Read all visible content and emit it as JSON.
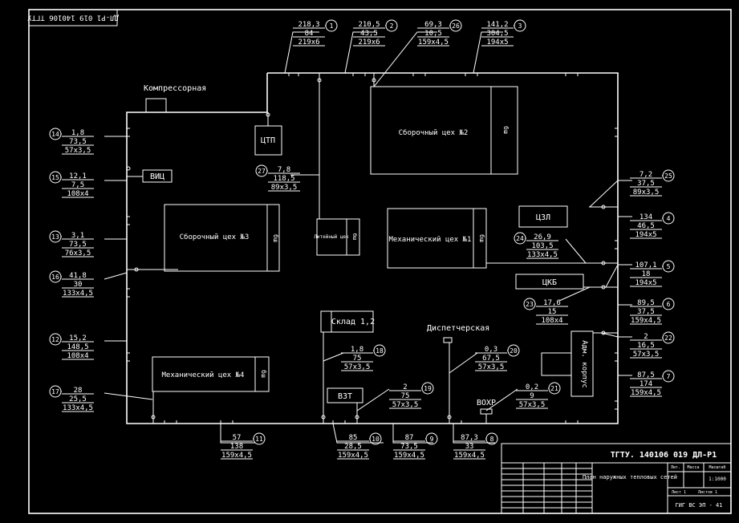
{
  "stamp_rotated": "ДЛ-Р1 019 140106 ТГТУ",
  "buildings": {
    "compressor": "Компрессорная",
    "ctp": "ЦТП",
    "vic": "ВИЦ",
    "assembly3": "Сборочный цех №3",
    "assembly2": "Сборочный цех №2",
    "foundry": "Литейный цех",
    "mech1": "Механический цех №1",
    "czl": "ЦЗЛ",
    "ckb": "ЦКБ",
    "warehouse": "Склад 1,2",
    "dispatch": "Диспетчерская",
    "mech4": "Механический цех №4",
    "vzt": "ВЗТ",
    "vohr": "ВОХР",
    "admin": "Адм. корпус",
    "bsh": "бш"
  },
  "nodes": [
    {
      "id": "1",
      "v": [
        "218,3",
        "84",
        "219x6"
      ]
    },
    {
      "id": "2",
      "v": [
        "210,5",
        "43,5",
        "219x6"
      ]
    },
    {
      "id": "26",
      "v": [
        "69,3",
        "10,5",
        "159x4,5"
      ]
    },
    {
      "id": "3",
      "v": [
        "141,2",
        "304,5",
        "194x5"
      ]
    },
    {
      "id": "14",
      "v": [
        "1,8",
        "73,5",
        "57x3,5"
      ]
    },
    {
      "id": "15",
      "v": [
        "12,1",
        "7,5",
        "108x4"
      ]
    },
    {
      "id": "13",
      "v": [
        "3,1",
        "73,5",
        "76x3,5"
      ]
    },
    {
      "id": "16",
      "v": [
        "41,8",
        "30",
        "133x4,5"
      ]
    },
    {
      "id": "12",
      "v": [
        "15,2",
        "148,5",
        "108x4"
      ]
    },
    {
      "id": "17",
      "v": [
        "28",
        "25,5",
        "133x4,5"
      ]
    },
    {
      "id": "27",
      "v": [
        "7,8",
        "118,5",
        "89x3,5"
      ]
    },
    {
      "id": "25",
      "v": [
        "7,2",
        "37,5",
        "89x3,5"
      ]
    },
    {
      "id": "4",
      "v": [
        "134",
        "46,5",
        "194x5"
      ]
    },
    {
      "id": "24",
      "v": [
        "26,9",
        "103,5",
        "133x4,5"
      ]
    },
    {
      "id": "5",
      "v": [
        "107,1",
        "18",
        "194x5"
      ]
    },
    {
      "id": "23",
      "v": [
        "17,6",
        "15",
        "108x4"
      ]
    },
    {
      "id": "6",
      "v": [
        "89,5",
        "37,5",
        "159x4,5"
      ]
    },
    {
      "id": "22",
      "v": [
        "2",
        "16,5",
        "57x3,5"
      ]
    },
    {
      "id": "7",
      "v": [
        "87,5",
        "174",
        "159x4,5"
      ]
    },
    {
      "id": "18",
      "v": [
        "1,8",
        "75",
        "57x3,5"
      ]
    },
    {
      "id": "19",
      "v": [
        "2",
        "75",
        "57x3,5"
      ]
    },
    {
      "id": "20",
      "v": [
        "0,3",
        "67,5",
        "57x3,5"
      ]
    },
    {
      "id": "21",
      "v": [
        "0,2",
        "9",
        "57x3,5"
      ]
    },
    {
      "id": "11",
      "v": [
        "57",
        "138",
        "159x4,5"
      ]
    },
    {
      "id": "10",
      "v": [
        "85",
        "28,5",
        "159x4,5"
      ]
    },
    {
      "id": "9",
      "v": [
        "87",
        "73,5",
        "159x4,5"
      ]
    },
    {
      "id": "8",
      "v": [
        "87,3",
        "33",
        "159x4,5"
      ]
    }
  ],
  "title_block": {
    "code": "ТГТУ. 140106 019 ДЛ-Р1",
    "name": "План наружных тепловых сетей",
    "scale": "1:1000",
    "org": "ГИГ ВС ЭП - 41",
    "lit": "Лит.",
    "mass": "Масса",
    "scale_h": "Масштаб",
    "sheet": "Лист 1",
    "sheets": "Листов 1"
  }
}
